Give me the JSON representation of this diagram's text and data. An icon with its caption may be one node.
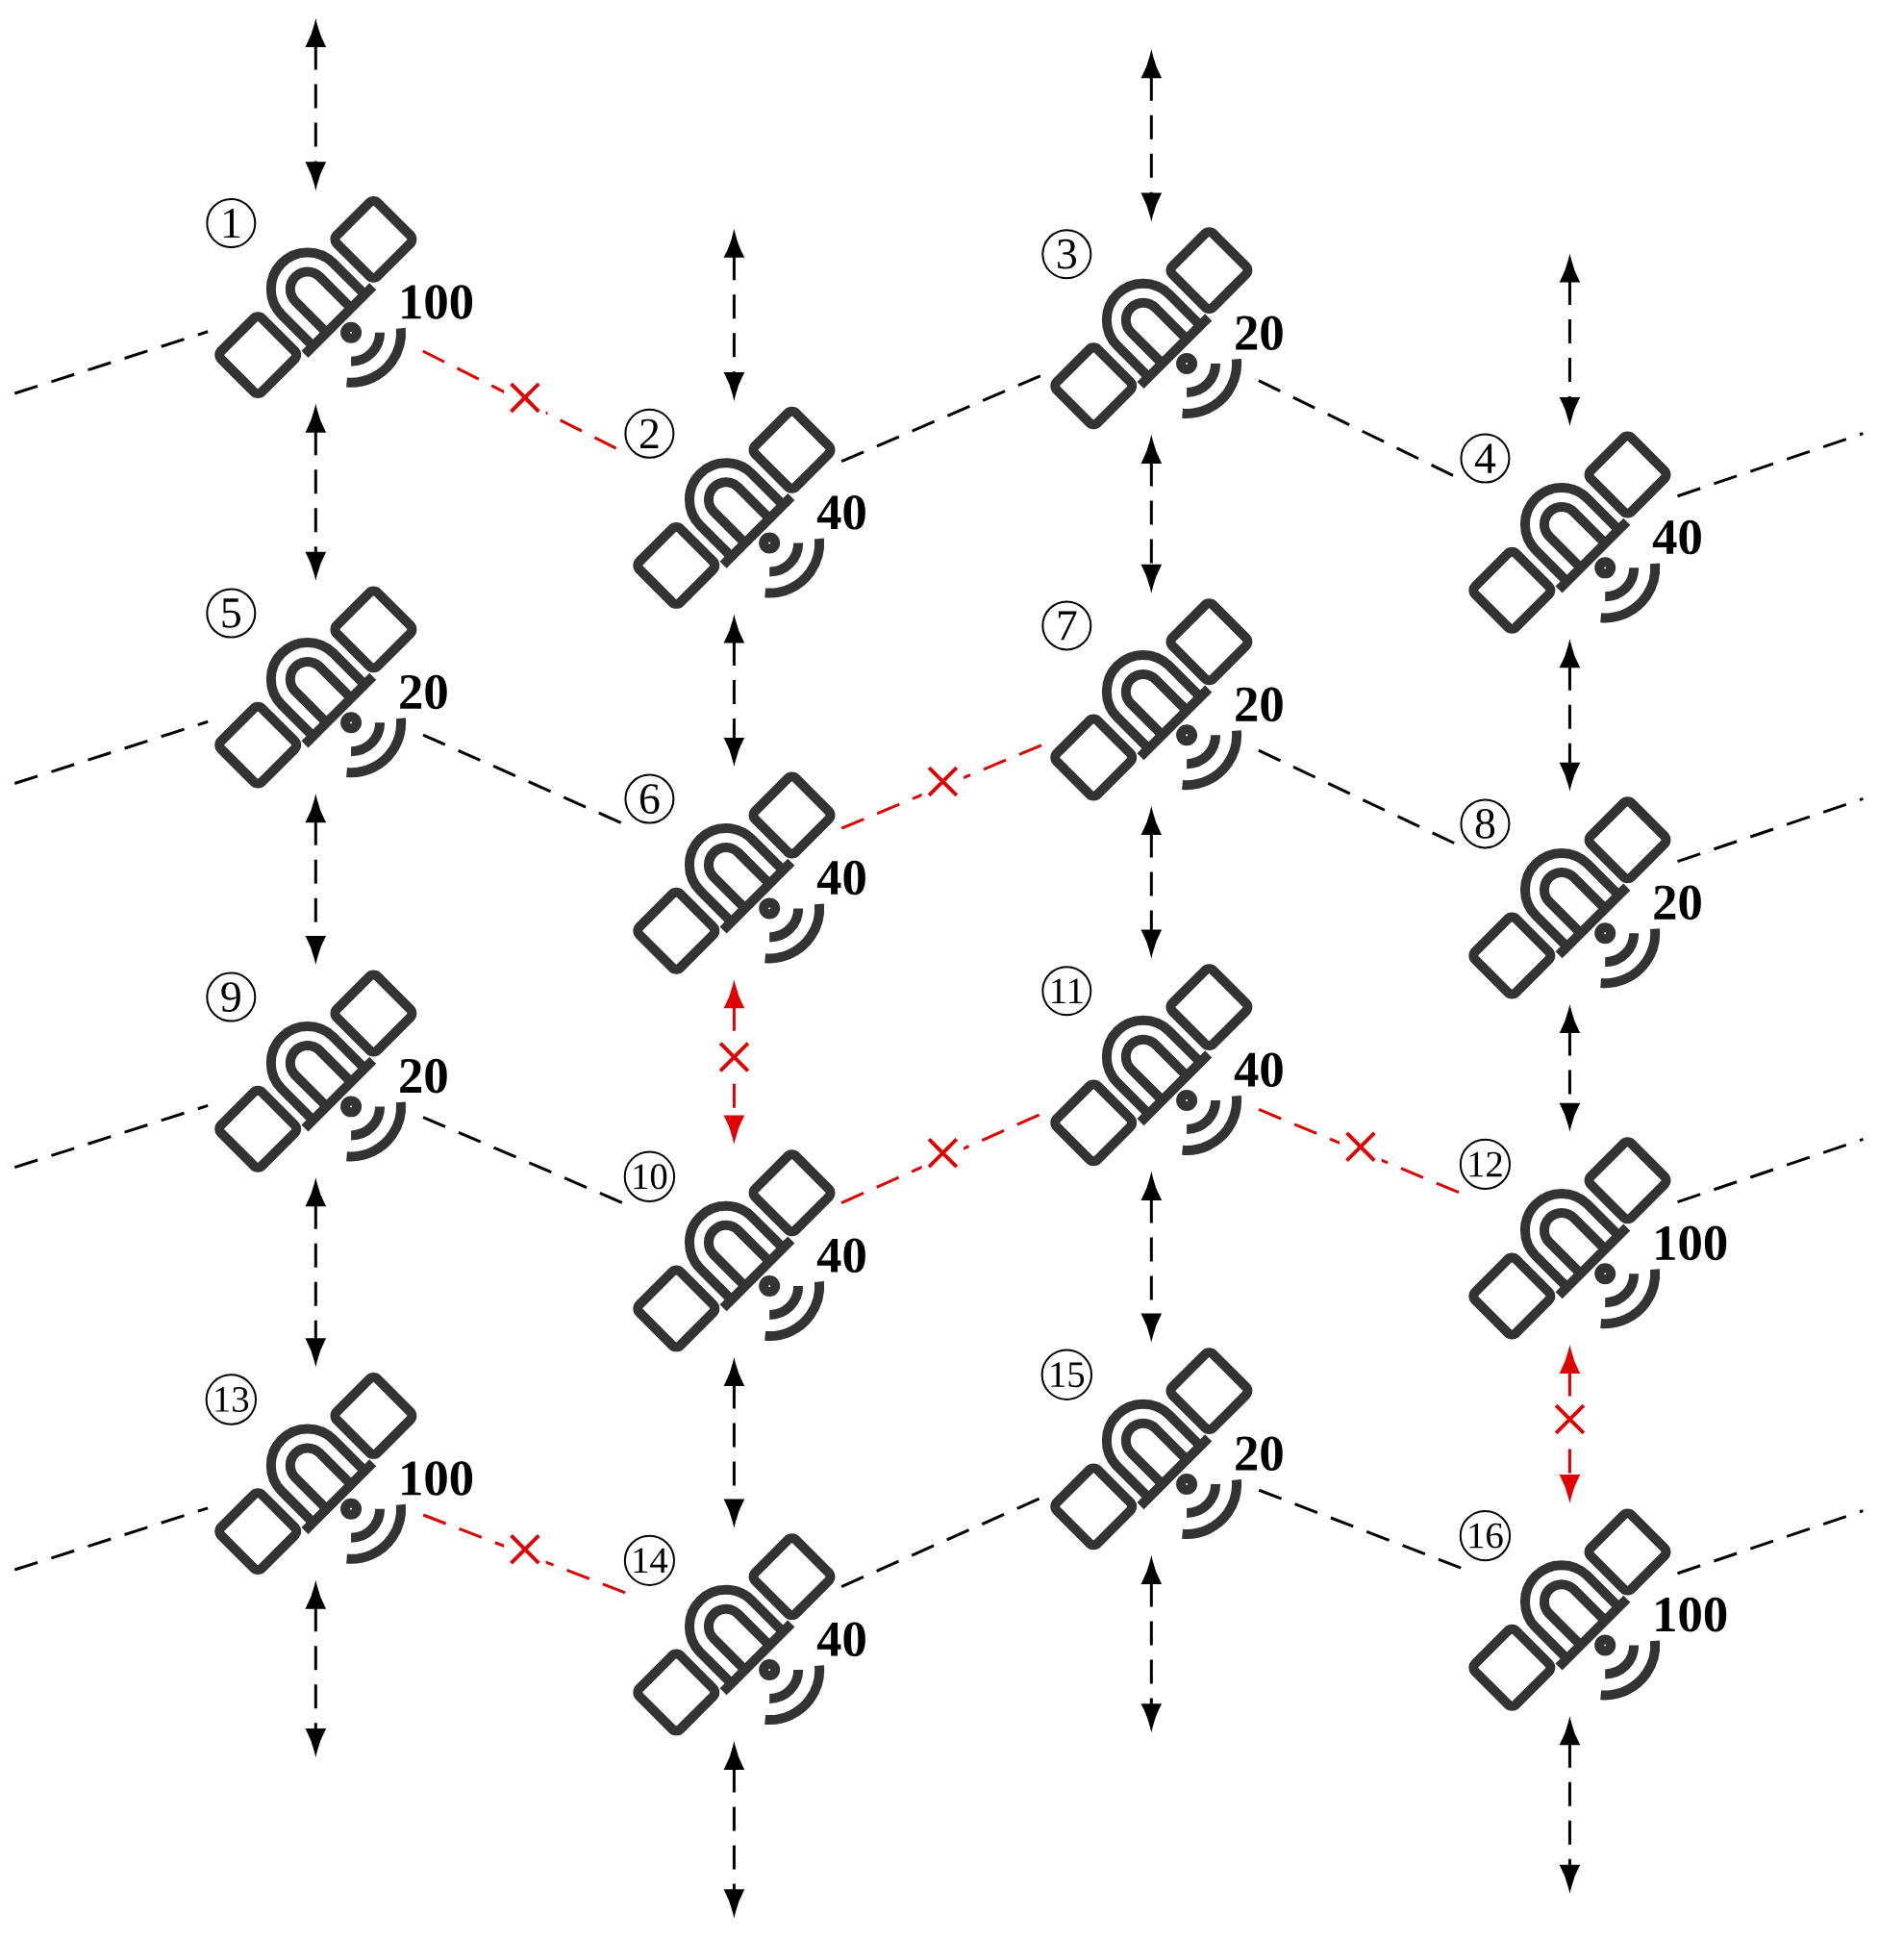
{
  "diagram": {
    "nodes": [
      {
        "text": [
          "1",
          "100"
        ]
      },
      {
        "text": [
          "2",
          "40"
        ]
      },
      {
        "text": [
          "3",
          "20"
        ]
      },
      {
        "text": [
          "4",
          "40"
        ]
      },
      {
        "text": [
          "5",
          "20"
        ]
      },
      {
        "text": [
          "6",
          "40"
        ]
      },
      {
        "text": [
          "7",
          "20"
        ]
      },
      {
        "text": [
          "8",
          "20"
        ]
      },
      {
        "text": [
          "9",
          "20"
        ]
      },
      {
        "text": [
          "10",
          "40"
        ]
      },
      {
        "text": [
          "11",
          "40"
        ]
      },
      {
        "text": [
          "12",
          "100"
        ]
      },
      {
        "text": [
          "13",
          "100"
        ]
      },
      {
        "text": [
          "14",
          "40"
        ]
      },
      {
        "text": [
          "15",
          "20"
        ]
      },
      {
        "text": [
          "16",
          "100"
        ]
      }
    ],
    "edges": [
      {
        "from": null,
        "to": 0,
        "arrow": "both"
      },
      {
        "from": null,
        "to": 1,
        "arrow": "both"
      },
      {
        "from": null,
        "to": 2,
        "arrow": "both"
      },
      {
        "from": null,
        "to": 3,
        "arrow": "both"
      },
      {
        "from": 0,
        "to": 4,
        "arrow": "both"
      },
      {
        "from": 4,
        "to": 8,
        "arrow": "both"
      },
      {
        "from": 8,
        "to": 12,
        "arrow": "both"
      },
      {
        "from": 1,
        "to": 5,
        "arrow": "both"
      },
      {
        "from": 5,
        "to": 9,
        "arrow": "both",
        "label": "×",
        "color": "#e00000"
      },
      {
        "from": 9,
        "to": 13,
        "arrow": "both"
      },
      {
        "from": 2,
        "to": 6,
        "arrow": "both"
      },
      {
        "from": 6,
        "to": 10,
        "arrow": "both"
      },
      {
        "from": 10,
        "to": 14,
        "arrow": "both"
      },
      {
        "from": 3,
        "to": 7,
        "arrow": "both"
      },
      {
        "from": 7,
        "to": 11,
        "arrow": "both"
      },
      {
        "from": 11,
        "to": 15,
        "arrow": "both",
        "label": "×",
        "color": "#e00000"
      },
      {
        "from": 12,
        "to": null,
        "arrow": "both"
      },
      {
        "from": 13,
        "to": null,
        "arrow": "both"
      },
      {
        "from": 14,
        "to": null,
        "arrow": "both"
      },
      {
        "from": 15,
        "to": null,
        "arrow": "both"
      },
      {
        "from": null,
        "to": 0,
        "arrow": "none"
      },
      {
        "from": 0,
        "to": 1,
        "arrow": "none",
        "label": "×",
        "color": "#e00000"
      },
      {
        "from": 1,
        "to": 2,
        "arrow": "none"
      },
      {
        "from": 2,
        "to": 3,
        "arrow": "none"
      },
      {
        "from": 3,
        "to": null,
        "arrow": "none"
      },
      {
        "from": null,
        "to": 4,
        "arrow": "none"
      },
      {
        "from": 4,
        "to": 5,
        "arrow": "none"
      },
      {
        "from": 5,
        "to": 6,
        "arrow": "none",
        "label": "×",
        "color": "#e00000"
      },
      {
        "from": 6,
        "to": 7,
        "arrow": "none"
      },
      {
        "from": 7,
        "to": null,
        "arrow": "none"
      },
      {
        "from": null,
        "to": 8,
        "arrow": "none"
      },
      {
        "from": 8,
        "to": 9,
        "arrow": "none"
      },
      {
        "from": 9,
        "to": 10,
        "arrow": "none",
        "label": "×",
        "color": "#e00000"
      },
      {
        "from": 10,
        "to": 11,
        "arrow": "none",
        "label": "×",
        "color": "#e00000"
      },
      {
        "from": 11,
        "to": null,
        "arrow": "none"
      },
      {
        "from": null,
        "to": 12,
        "arrow": "none"
      },
      {
        "from": 12,
        "to": 13,
        "arrow": "none",
        "label": "×",
        "color": "#e00000"
      },
      {
        "from": 13,
        "to": 14,
        "arrow": "none"
      },
      {
        "from": 14,
        "to": 15,
        "arrow": "none"
      },
      {
        "from": 15,
        "to": null,
        "arrow": "none"
      }
    ]
  }
}
